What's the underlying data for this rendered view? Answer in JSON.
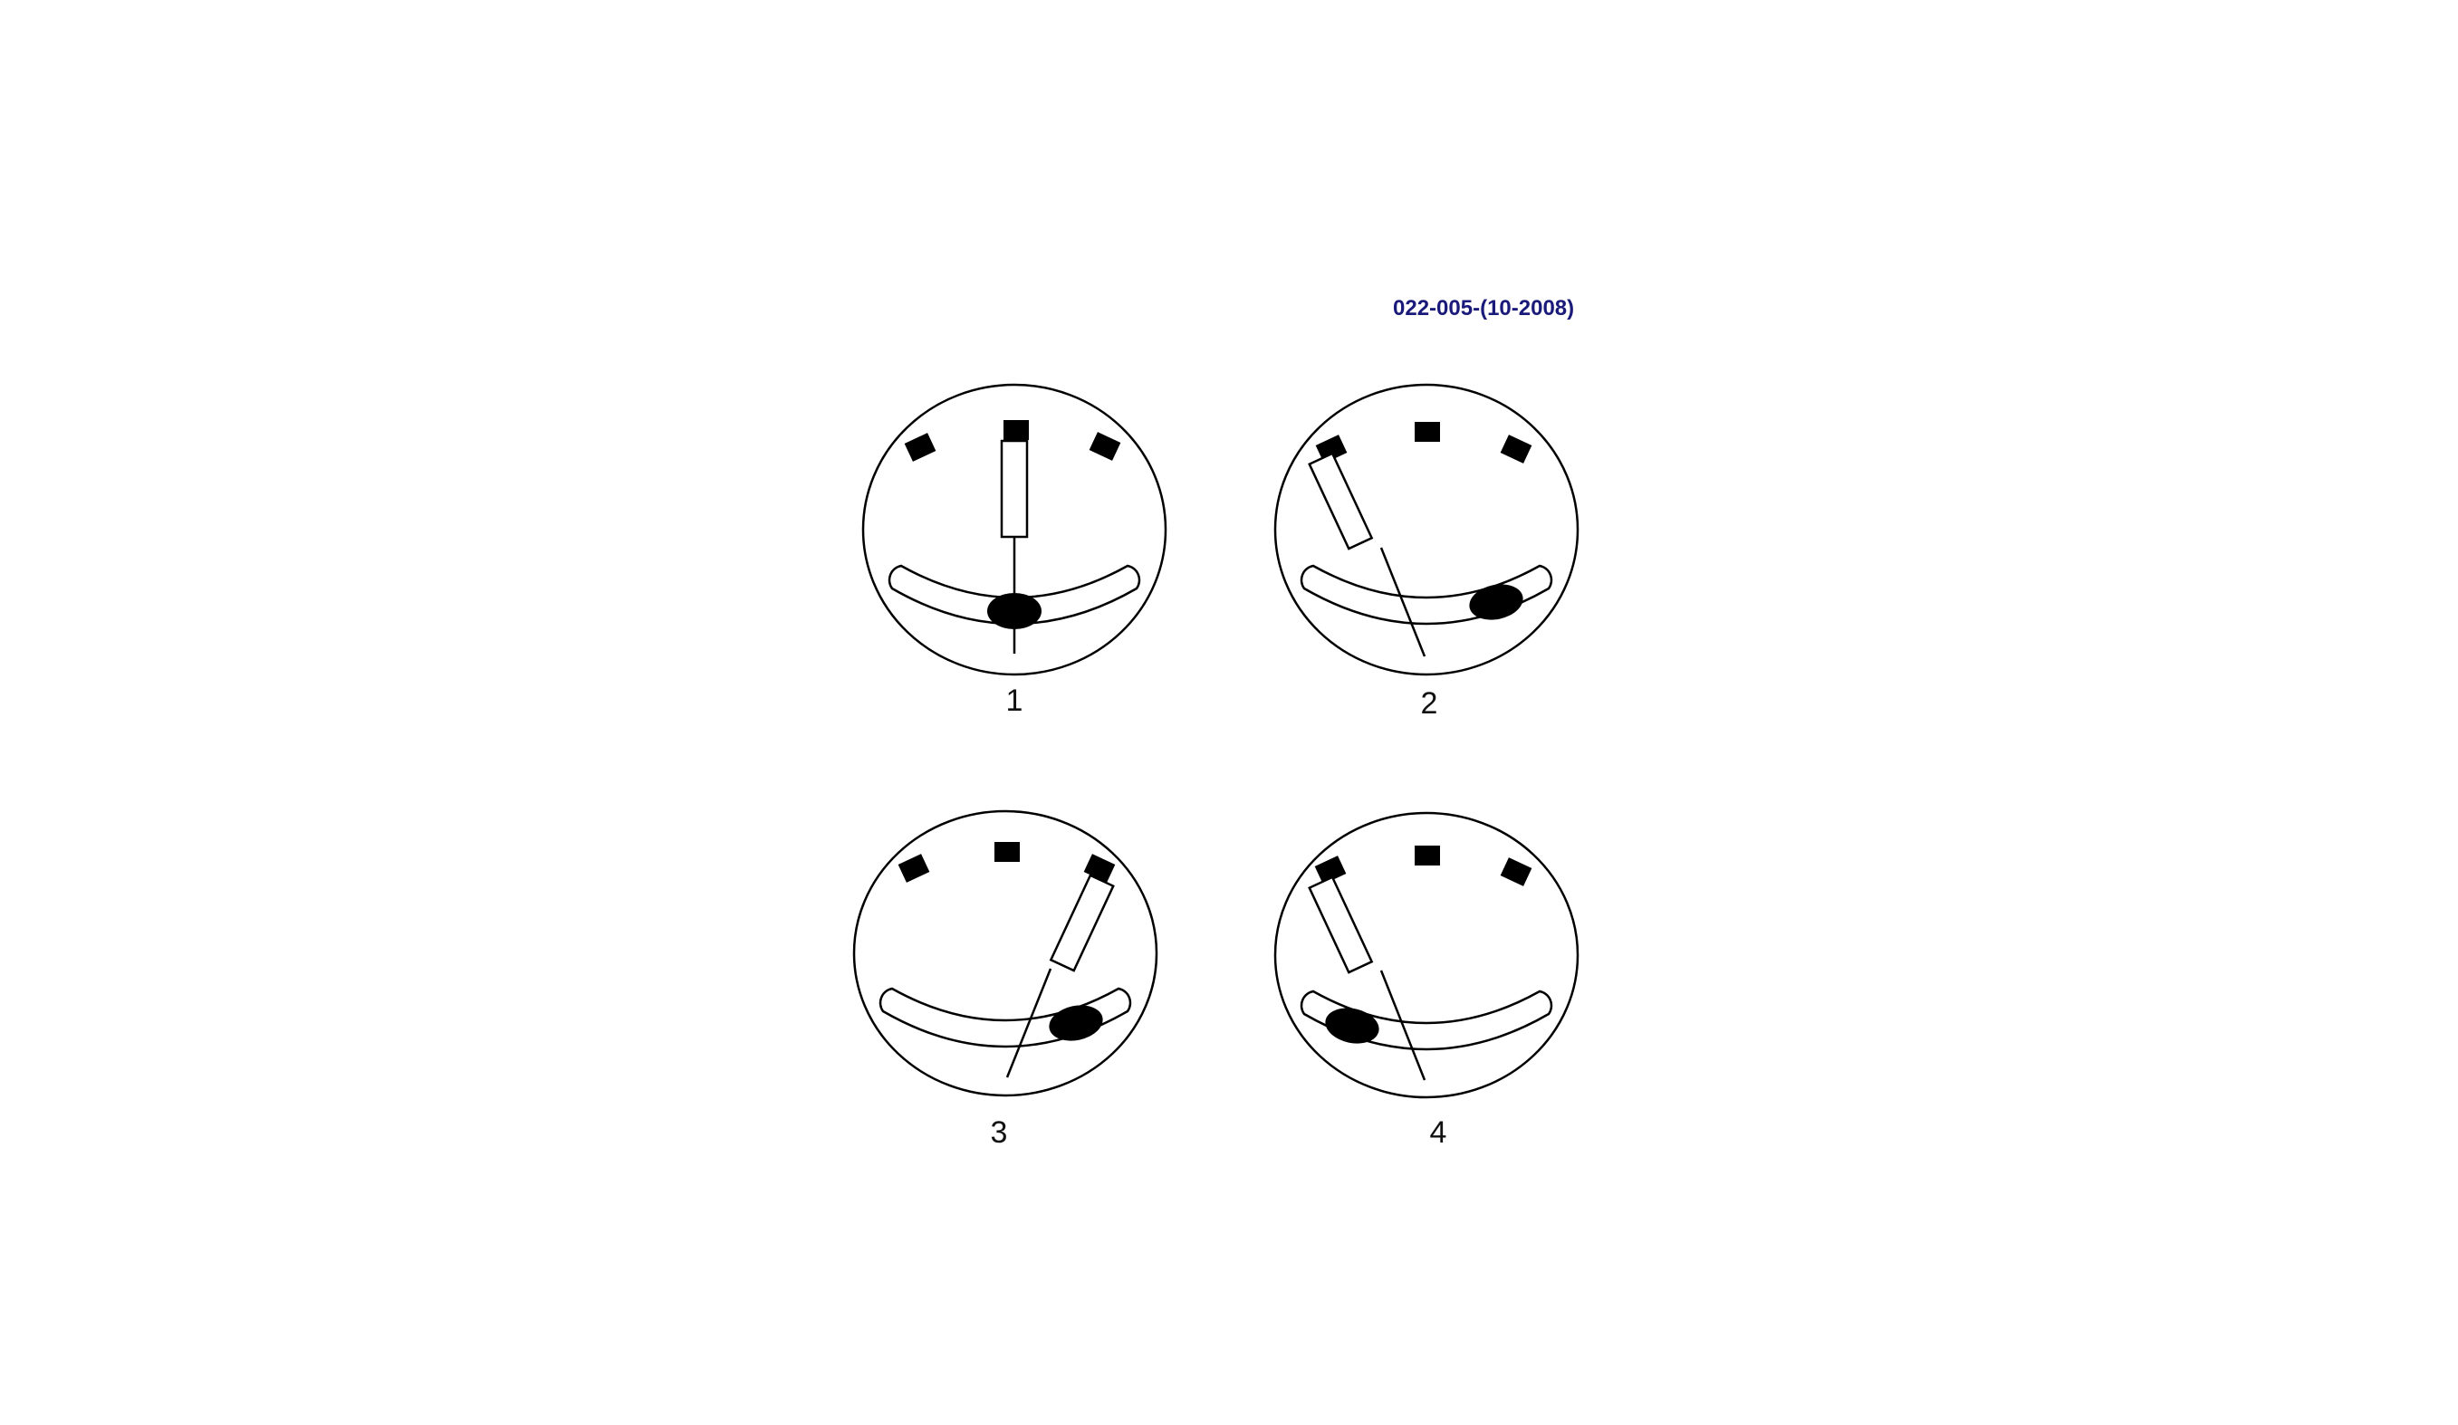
{
  "reference_code": "022-005-(10-2008)",
  "panels": [
    {
      "label": "1"
    },
    {
      "label": "2"
    },
    {
      "label": "3"
    },
    {
      "label": "4"
    }
  ],
  "colors": {
    "ink": "#000000",
    "reference_code": "#1a1a7a"
  }
}
